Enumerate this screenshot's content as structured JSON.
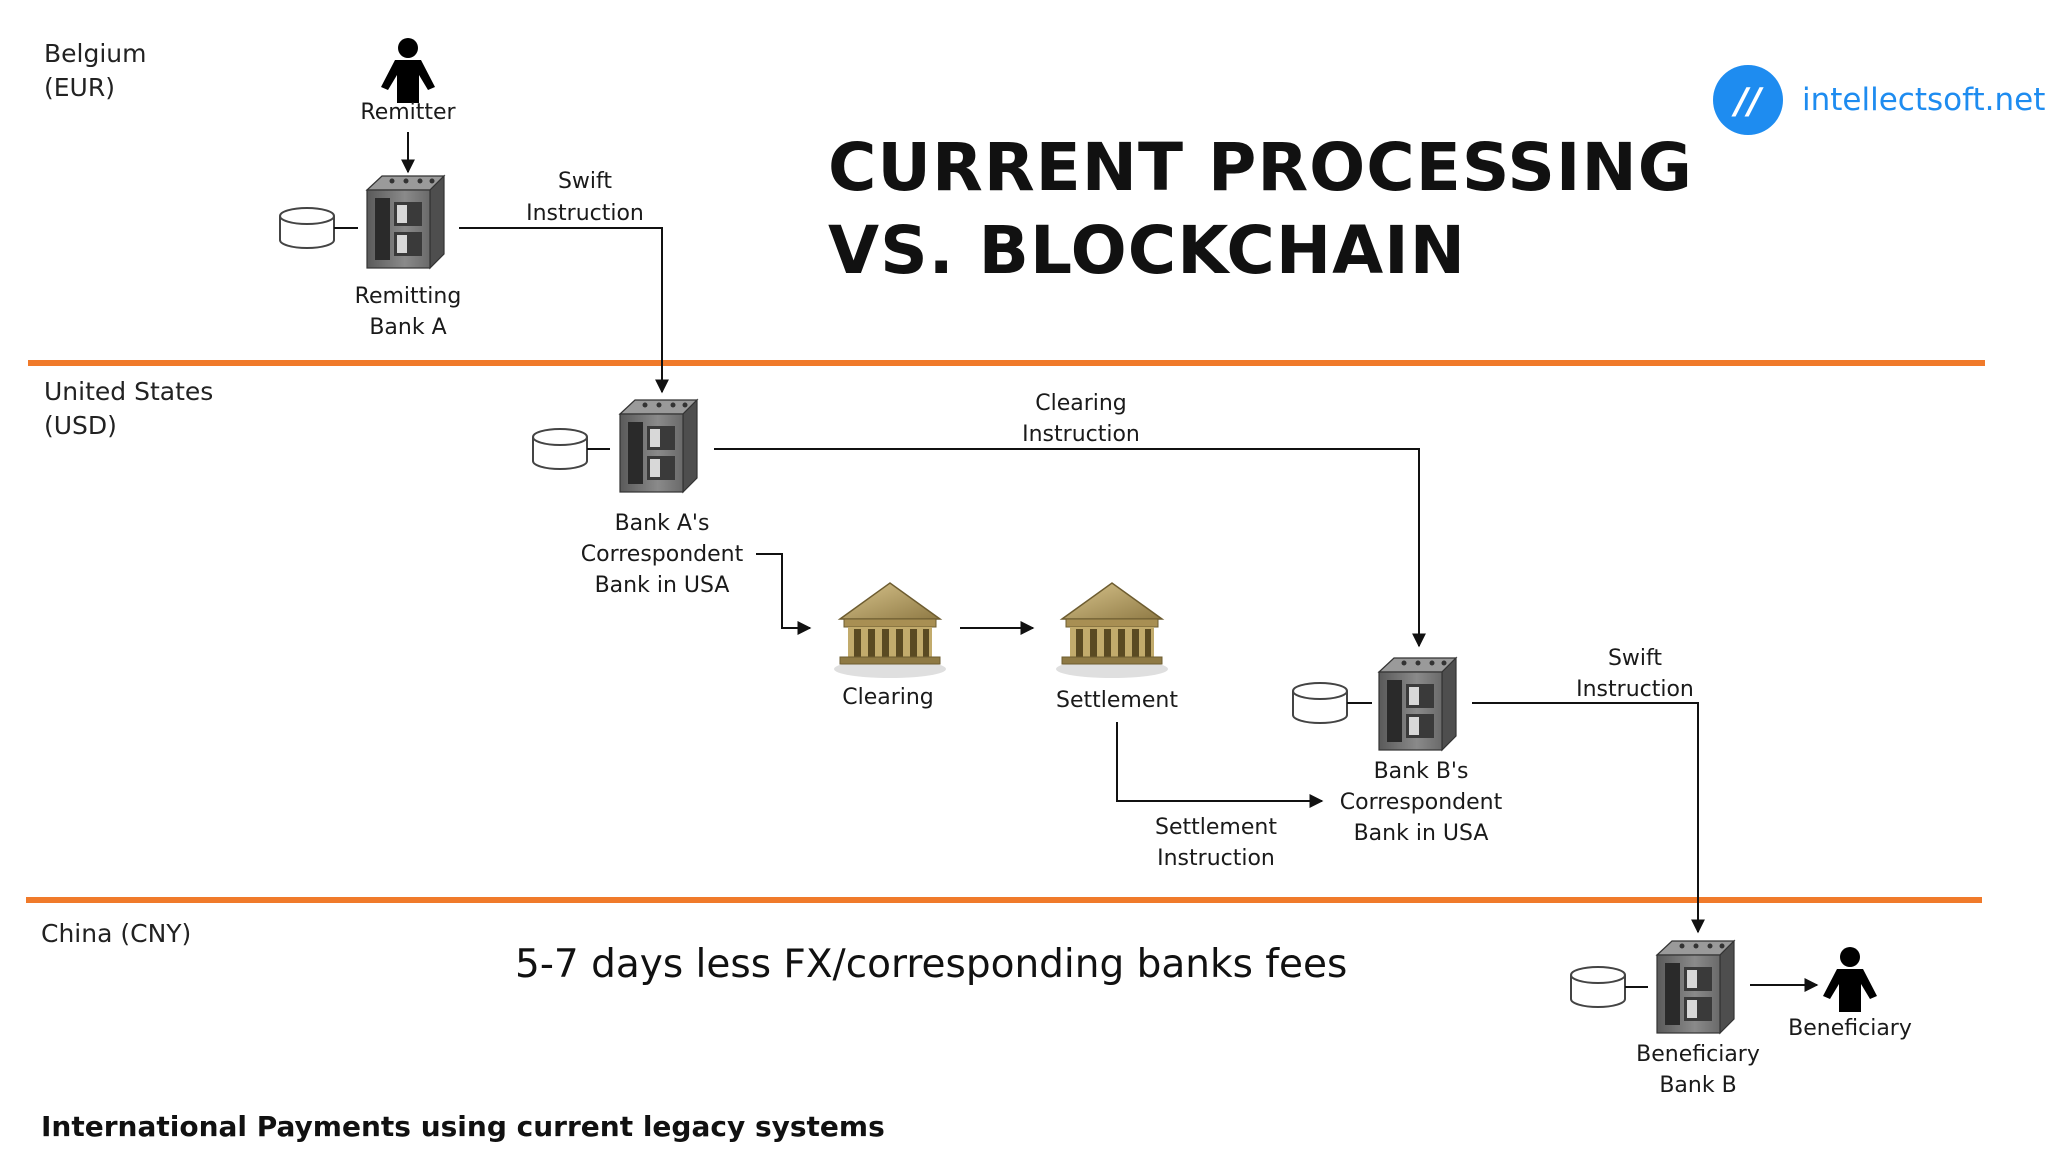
{
  "title": {
    "line1": "CURRENT PROCESSING",
    "line2": "VS. BLOCKCHAIN"
  },
  "brand": {
    "name": "intellectsoft.net",
    "logo_mark": "//",
    "color": "#1e8cf0"
  },
  "regions": {
    "belgium": {
      "line1": "Belgium",
      "line2": "(EUR)"
    },
    "usa": {
      "line1": "United States",
      "line2": "(USD)"
    },
    "china": {
      "line1": "China (CNY)"
    }
  },
  "nodes": {
    "remitter": "Remitter",
    "remitting_bank": {
      "line1": "Remitting",
      "line2": "Bank A"
    },
    "bank_a_correspondent": {
      "line1": "Bank A's",
      "line2": "Correspondent",
      "line3": "Bank in USA"
    },
    "clearing": "Clearing",
    "settlement": "Settlement",
    "bank_b_correspondent": {
      "line1": "Bank B's",
      "line2": "Correspondent",
      "line3": "Bank in USA"
    },
    "beneficiary_bank": {
      "line1": "Beneficiary",
      "line2": "Bank B"
    },
    "beneficiary": "Beneficiary"
  },
  "flows": {
    "swift_1": {
      "line1": "Swift",
      "line2": "Instruction"
    },
    "clearing_instruction": {
      "line1": "Clearing",
      "line2": "Instruction"
    },
    "settlement_instruction": {
      "line1": "Settlement",
      "line2": "Instruction"
    },
    "swift_2": {
      "line1": "Swift",
      "line2": "Instruction"
    }
  },
  "note": "5-7 days less FX/corresponding banks fees",
  "caption": "International Payments using current legacy systems",
  "colors": {
    "divider": "#f07a2a",
    "server": "#6e6e6e",
    "bank_building": "#b49a5e"
  },
  "icons": {
    "person": "person-icon",
    "server": "server-icon",
    "database": "database-icon",
    "bank": "bank-building-icon"
  }
}
